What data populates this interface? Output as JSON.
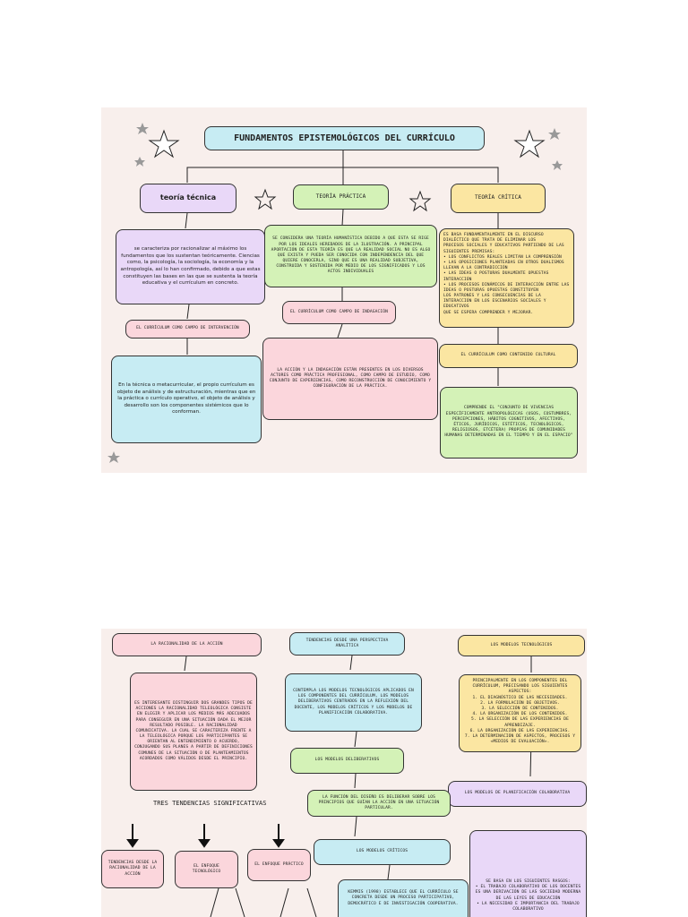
{
  "page1": {
    "title": "FUNDAMENTOS EPISTEMOLÓGICOS DEL CURRÍCULO",
    "teoria_tecnica": "teoría técnica",
    "teoria_practica": "TEORÍA PRÁCTICA",
    "teoria_critica": "TEORÍA CRÍTICA",
    "tecnica_desc": "se caracteriza por racionalizar al máximo los fundamentos que los sustentan teóricamente. Ciencias como, la psicología, la sociología, la economía y la antropología, así lo han confirmado, debido a que estas constituyen las bases en las que se sustenta la teoría educativa y el currículum en concreto.",
    "practica_desc": "SE CONSIDERA UNA TEORÍA HUMANÍSTICA DEBIDO A QUE ESTA SE RIGE POR LOS IDEALES HEREDADOS DE LA ILUSTRACIÓN. A PRINCIPAL APORTACIÓN DE ESTA TEORÍA ES QUE LA REALIDAD SOCIAL NO ES ALGO QUE EXISTA Y PUEDA SER CONOCIDA CON INDEPENDENCIA DEL QUE QUIERE CONOCERLA, SINO QUE ES UNA REALIDAD SUBJETIVA, CONSTRUIDA Y SOSTENIDA POR MEDIO DE LOS SIGNIFICADOS Y LOS ACTOS INDIVIDUALES",
    "critica_lines": [
      "ES BASA FUNDAMENTALMENTE EN EL DISCURSO DIALÉCTICO QUE TRATA DE ELIMINAR LOS",
      "PROCESOS SOCIALES Y EDUCATIVOS PARTIENDO DE LAS SIGUIENTES PREMISAS:",
      "• LOS CONFLICTOS REALES LIMITAN LA COMPRENSIÓN",
      "• LAS OPOSICIONES PLANTEADAS EN OTROS DUALISMOS LLEVAN A LA CONTRADICCIÓN",
      "• LAS IDEAS O POSTURAS DUALMENTE OPUESTAS INTERACCIÓN",
      "• LOS PROCESOS DINÁMICOS DE INTERACCIÓN ENTRE LAS IDEAS O POSTURAS OPUESTAS CONSTITUYEN",
      "LOS PATRONES Y LAS CONSECUENCIAS DE LA INTERACCIÓN EN LOS ESCENARIOS SOCIALES Y EDUCATIVOS",
      "QUE SE ESPERA COMPRENDER Y MEJORAR."
    ],
    "curr_intervencion": "EL CURRÍCULUM COMO CAMPO DE INTERVENCIÓN",
    "curr_indagacion": "EL CURRÍCULUM COMO CAMPO DE INDAGACIÓN",
    "curr_cultural": "EL CURRÍCULUM COMO CONTENIDO CULTURAL",
    "intervencion_desc": "En la técnica o metacurricular, el propio currículum es objeto de análisis y de estructuración, mientras que en la práctica o currículo operativo, el objeto de análisis y desarrollo son los componentes sistémicos que lo conforman.",
    "indagacion_desc": "LA ACCIÓN Y LA INDAGACIÓN ESTÁN PRESENTES EN LOS DIVERSOS ACTORES COMO PRÁCTICA PROFESIONAL, COMO CAMPO DE ESTUDIO, COMO CONJUNTO DE EXPERIENCIAS, COMO RECONSTRUCCIÓN DE CONOCIMIENTO Y CONFIGURACIÓN DE LA PRÁCTICA.",
    "cultural_desc": "COMPRENDE EL \"CONJUNTO DE VIVENCIAS ESPECÍFICAMENTE ANTROPOLÓGICAS (USOS, COSTUMBRES, PERCEPCIONES, HÁBITOS COGNITIVOS, AFECTIVOS, ÉTICOS, JURÍDICOS, ESTÉTICOS, TECNOLÓGICOS, RELIGIOSOS, ETCÉTERA) PROPIAS DE COMUNIDADES HUMANAS DETERMINADAS EN EL TIEMPO Y EN EL ESPACIO\""
  },
  "page2": {
    "racionalidad": "LA RACIONALIDAD DE LA ACCIÓN",
    "tendencias_analitica": "TENDENCIAS DESDE UNA PERSPECTIVA ANALÍTICA",
    "modelos_tecnologicos": "LOS MODELOS TECNOLÓGICOS",
    "racionalidad_desc": "ES INTERESANTE DISTINGUIR DOS GRANDES TIPOS DE ACCIONES LA RACIONALIDAD TELEOLÓGICA CONSISTE EN ELEGIR Y APLICAR LOS MEDIOS MÁS ADECUADOS PARA CONSEGUIR EN UNA SITUACIÓN DADA EL MEJOR RESULTADO POSIBLE. LA RACIONALIDAD COMUNICATIVA. LA CUAL SE CARACTERIZA FRENTE A LA TELEOLÓGICA PORQUE LOS PARTICIPANTES SE ORIENTAN AL ENTENDIMIENTO O ACUERDO, CONJUGANDO SUS PLANES A PARTIR DE DEFINICIONES COMUNES DE LA SITUACIÓN O DE PLANTEAMIENTOS ACORDADOS COMO VÁLIDOS DESDE EL PRINCIPIO.",
    "contempla_desc": "CONTEMPLA LOS MODELOS TECNOLÓGICOS APLICADOS EN LOS COMPONENTES DEL CURRÍCULUM, LOS MODELOS DELIBERATIVOS CENTRADOS EN LA REFLEXIÓN DEL DOCENTE, LOS MODELOS CRÍTICOS Y LOS MODELOS DE PLANIFICACIÓN COLABORATIVA.",
    "tecnologicos_lines": [
      "PRINCIPALMENTE EN LOS COMPONENTES DEL CURRÍCULUM, PRECISANDO LOS SIGUIENTES ASPECTOS:",
      "1. EL DIAGNÓSTICO DE LAS NECESIDADES.",
      "2. LA FORMULACIÓN DE OBJETIVOS.",
      "3. LA SELECCIÓN DE CONTENIDOS.",
      "4. LA ORGANIZACIÓN DE LOS CONTENIDOS.",
      "5. LA SELECCIÓN DE LAS EXPERIENCIAS DE APRENDIZAJE.",
      "6. LA ORGANIZACIÓN DE LAS EXPERIENCIAS.",
      "7. LA DETERMINACIÓN DE ASPECTOS, PROCESOS Y «MEDIOS DE EVALUACIÓN»."
    ],
    "deliberativos": "LOS MODELOS DELIBERATIVOS",
    "deliberativos_desc": "LA FUNCIÓN DEL DISEÑO ES DELIBERAR SOBRE LOS PRINCIPIOS QUE GUÍAN LA ACCIÓN EN UNA SITUACIÓN PARTICULAR.",
    "planificacion": "LOS MODELOS DE PLANIFICACIÓN COLABORATIVA",
    "tres_tendencias": "TRES TENDENCIAS SIGNIFICATIVAS",
    "tend1": "TENDENCIAS DESDE LA RACIONALIDAD DE LA ACCIÓN",
    "tend2": "EL ENFOQUE TECNOLÓGICO",
    "tend3": "EL ENFOQUE PRÁCTICO",
    "criticos": "LOS MODELOS CRÍTICOS",
    "criticos_desc": "KEMMIS (1998) ESTABLECE QUE EL CURRÍCULO SE CONCRETA DESDE UN PROCESO PARTICIPATIVO, DEMOCRÁTICO E DE INVESTIGACIÓN COOPERATIVA.",
    "planificacion_lines": [
      "SE BASA EN LOS SIGUIENTES RASGOS:",
      "• EL TRABAJO COLABORATIVO DE LOS DOCENTES ES UNA DERIVACIÓN DE LAS SOCIEDAD MODERNA DE LAS LEYES DE EDUCACIÓN",
      "• LA NECESIDAD E IMPORTANCIA DEL TRABAJO COLABORATIVO"
    ]
  }
}
